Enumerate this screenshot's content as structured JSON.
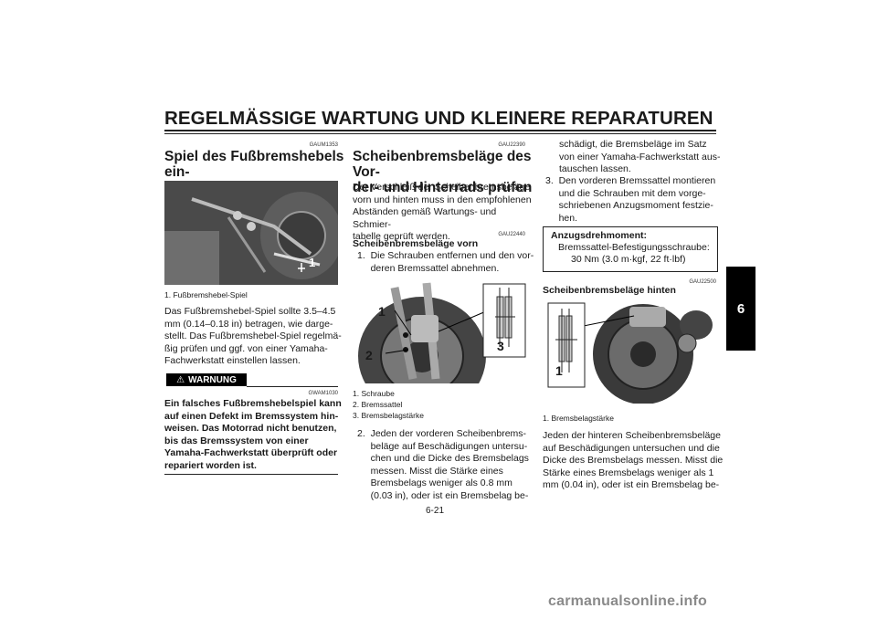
{
  "header": {
    "title": "REGELMÄSSIGE WARTUNG UND KLEINERE REPARATUREN"
  },
  "chapter_tab": "6",
  "page_number": "6-21",
  "col1": {
    "code": "GAUM1353",
    "heading": "Spiel des Fußbremshebels ein-\nstellen",
    "callout": "1",
    "caption": "1.  Fußbremshebel-Spiel",
    "body": "Das Fußbremshebel-Spiel sollte 3.5–4.5\nmm (0.14–0.18 in) betragen, wie darge-\nstellt. Das Fußbremshebel-Spiel regelmä-\nßig prüfen und ggf. von einer Yamaha-\nFachwerkstatt einstellen lassen.",
    "warning_label": "WARNUNG",
    "warning_code": "GWAM1030",
    "warning_text": "Ein falsches Fußbremshebelspiel kann\nauf einen Defekt im Bremssystem hin-\nweisen. Das Motorrad nicht benutzen,\nbis das Bremssystem von einer\nYamaha-Fachwerkstatt überprüft oder\nrepariert worden ist."
  },
  "col2": {
    "code": "GAU22390",
    "heading": "Scheibenbremsbeläge des Vor-\nder- und Hinterrads prüfen",
    "intro": "Der Verschleiß der Scheibenbremsbeläge\nvorn und hinten muss in den empfohlenen\nAbständen gemäß Wartungs- und Schmier-\ntabelle geprüft werden.",
    "sub_code": "GAU22440",
    "sub_heading": "Scheibenbremsbeläge vorn",
    "step1": "1.  Die Schrauben entfernen und den vor-\n     deren Bremssattel abnehmen.",
    "callouts": [
      "1",
      "2",
      "3"
    ],
    "captions": [
      "1.  Schraube",
      "2.  Bremssattel",
      "3.  Bremsbelagstärke"
    ],
    "step2": "2.  Jeden der vorderen Scheibenbrems-\n     beläge auf Beschädigungen untersu-\n     chen und die Dicke des Bremsbelags\n     messen. Misst die Stärke eines\n     Bremsbelags weniger als 0.8 mm\n     (0.03 in), oder ist ein Bremsbelag be-"
  },
  "col3": {
    "cont": "schädigt, die Bremsbeläge im Satz\nvon einer Yamaha-Fachwerkstatt aus-\ntauschen lassen.",
    "step3": "3.  Den vorderen Bremssattel montieren\n     und die Schrauben mit dem vorge-\n     schriebenen Anzugsmoment festzie-\n     hen.",
    "spec_title": "Anzugsdrehmoment:",
    "spec_line1": "Bremssattel-Befestigungsschraube:",
    "spec_line2": "30 Nm (3.0 m·kgf, 22 ft·lbf)",
    "code": "GAU22500",
    "heading": "Scheibenbremsbeläge hinten",
    "callout": "1",
    "caption": "1.  Bremsbelagstärke",
    "body": "Jeden der hinteren Scheibenbremsbeläge\nauf Beschädigungen untersuchen und die\nDicke des Bremsbelags messen. Misst die\nStärke eines Bremsbelags weniger als 1\nmm (0.04 in), oder ist ein Bremsbelag be-"
  },
  "watermark": "carmanualsonline.info"
}
